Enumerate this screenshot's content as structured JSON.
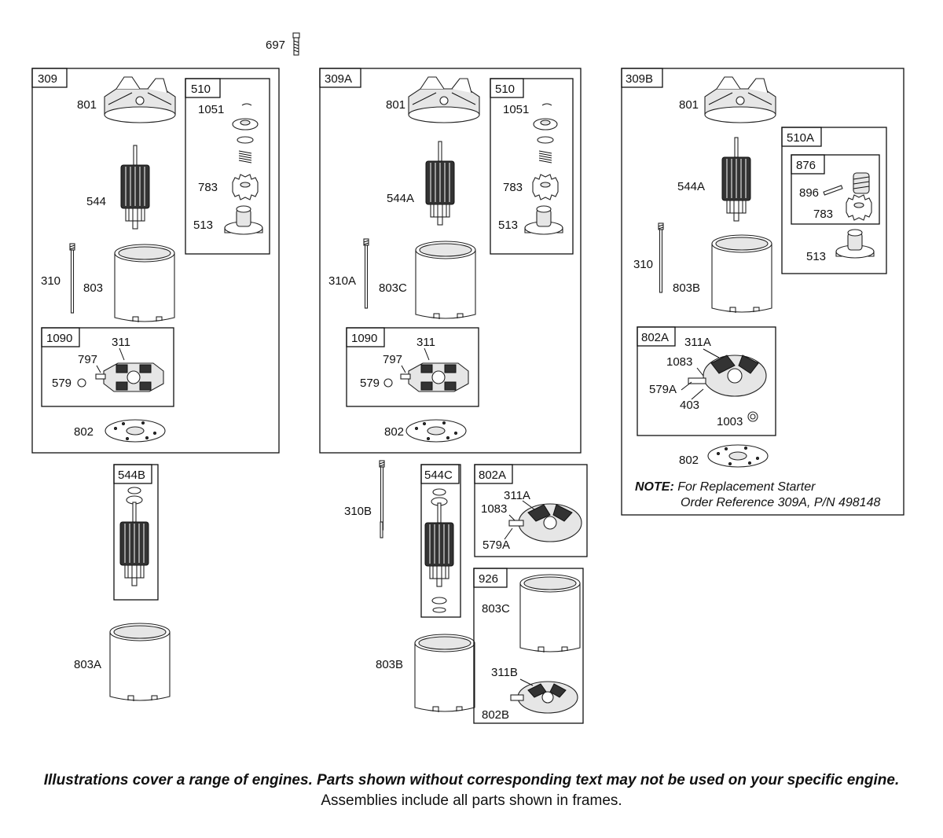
{
  "labels": {
    "l697": "697",
    "g309": {
      "tag": "309",
      "p801": "801",
      "p544": "544",
      "p310": "310",
      "p803": "803",
      "p802": "802",
      "sub510": {
        "tag": "510",
        "p1051": "1051",
        "p783": "783",
        "p513": "513"
      },
      "sub1090": {
        "tag": "1090",
        "p311": "311",
        "p797": "797",
        "p579": "579"
      }
    },
    "g309a": {
      "tag": "309A",
      "p801": "801",
      "p544": "544A",
      "p310": "310A",
      "p803": "803C",
      "p802": "802",
      "sub510": {
        "tag": "510",
        "p1051": "1051",
        "p783": "783",
        "p513": "513"
      },
      "sub1090": {
        "tag": "1090",
        "p311": "311",
        "p797": "797",
        "p579": "579"
      }
    },
    "g309b": {
      "tag": "309B",
      "p801": "801",
      "p544": "544A",
      "p310": "310",
      "p803": "803B",
      "p802": "802",
      "sub510a": {
        "tag": "510A",
        "p513": "513",
        "sub876": {
          "tag": "876",
          "p896": "896",
          "p783": "783"
        }
      },
      "sub802a": {
        "tag": "802A",
        "p311": "311A",
        "p1083": "1083",
        "p579": "579A",
        "p403": "403",
        "p1003": "1003"
      },
      "note_bold": "NOTE:",
      "note_line1": "For Replacement Starter",
      "note_line2": "Order Reference 309A, P/N 498148"
    },
    "f544b": {
      "tag": "544B"
    },
    "p803a": "803A",
    "p310b": "310B",
    "f544c": {
      "tag": "544C"
    },
    "p803b": "803B",
    "f802a": {
      "tag": "802A",
      "p311": "311A",
      "p1083": "1083",
      "p579": "579A"
    },
    "f926": {
      "tag": "926",
      "p803": "803C",
      "p311": "311B",
      "p802": "802B"
    }
  },
  "footer": {
    "line1": "Illustrations cover a range of engines. Parts shown without corresponding text may not be used on your specific engine.",
    "line2": "Assemblies include all parts shown in frames."
  }
}
